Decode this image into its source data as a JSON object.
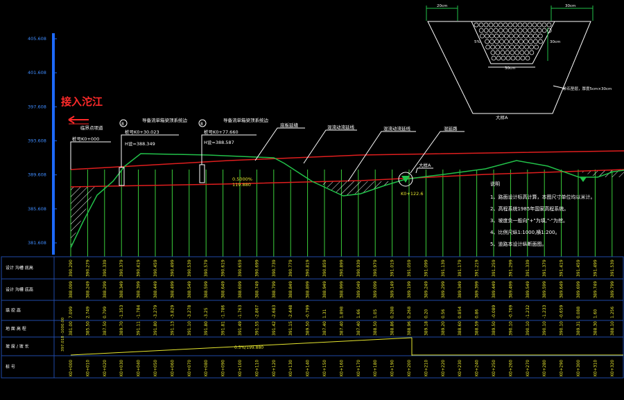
{
  "colors": {
    "background": "#000000",
    "axis": "#1e6bff",
    "elev_label": "#3f8cff",
    "ground": "#22c24a",
    "design_line": "#e01e1e",
    "stations": "#3bd13b",
    "leader": "#ffffff",
    "text": "#ffffff",
    "grid": "#1f4aa8",
    "title": "#ff2a2a",
    "slope": "#e8e830",
    "values": "#e8e830"
  },
  "title": {
    "text": "接入沱江",
    "arrow_icon": "left-arrow-icon"
  },
  "elevation_axis": {
    "labels": [
      "405.608",
      "401.608",
      "397.608",
      "393.608",
      "389.608",
      "385.608",
      "381.608"
    ],
    "values": [
      405.608,
      401.608,
      397.608,
      393.608,
      389.608,
      385.608,
      381.608
    ]
  },
  "annotations": [
    {
      "id": "start",
      "lines": [
        "临界点项道",
        "桩号K0+000"
      ]
    },
    {
      "id": "marker1",
      "circle": "8",
      "top": "导备流单箱梁顶系统边",
      "lines": [
        "桩号K0+30.023",
        "H设=388.349"
      ]
    },
    {
      "id": "marker2",
      "circle": "8",
      "top": "导备流单箱梁顶系统边",
      "lines": [
        "桩号K0+77.660",
        "H设=388.587"
      ]
    },
    {
      "id": "a1",
      "text": "底板延缝"
    },
    {
      "id": "a2",
      "text": "混流动流延线"
    },
    {
      "id": "a3",
      "text": "混流动流延线"
    },
    {
      "id": "a4",
      "text": "混延路"
    },
    {
      "id": "slope",
      "lines": [
        "0.5000%",
        "119.880"
      ]
    },
    {
      "id": "detail",
      "text": "大样A"
    },
    {
      "id": "station_low",
      "text": "K0+122.6"
    }
  ],
  "cross_section": {
    "top_left": "20cm",
    "top_right": "30cm",
    "side": "5%",
    "depth": "30cm",
    "bottom": "30cm",
    "note": "砂石垫层，厚度5cm×30cm",
    "label": "大样A"
  },
  "notes": {
    "title": "说明",
    "items": [
      "1、路面设计标高计算，本图尺寸单位均以米计。",
      "2、高程系统1985年国家高程系统。",
      "3、坡度负一般向\"+\"为填,\"-\"为挖。",
      "4、比例尺纵1:1000,横1:200。",
      "5、道路本设计纵断面图。"
    ]
  },
  "table": {
    "row_labels": [
      "设计 沟槽 底高",
      "设计 沟槽 底高",
      "填 挖 高",
      "地 面 高 程",
      "坡 度 / 坡 长",
      "桩 号"
    ],
    "row1": [
      "390.290",
      "390.279",
      "390.339",
      "390.379",
      "390.419",
      "390.459",
      "390.499",
      "390.539",
      "390.579",
      "390.619",
      "390.659",
      "390.699",
      "390.739",
      "390.779",
      "390.819",
      "390.859",
      "390.899",
      "390.939",
      "390.979",
      "391.019",
      "391.059",
      "391.099",
      "391.139",
      "391.179",
      "391.219",
      "391.259",
      "391.299",
      "391.339",
      "391.379",
      "391.419",
      "391.459",
      "391.499",
      "391.539"
    ],
    "row2": [
      "388.099",
      "388.249",
      "388.299",
      "388.349",
      "388.399",
      "388.449",
      "388.499",
      "388.549",
      "388.599",
      "388.649",
      "388.699",
      "388.749",
      "388.799",
      "388.849",
      "388.899",
      "388.949",
      "388.999",
      "389.049",
      "389.099",
      "389.149",
      "389.199",
      "389.249",
      "389.299",
      "389.349",
      "389.399",
      "389.449",
      "389.499",
      "389.549",
      "389.599",
      "389.649",
      "389.699",
      "389.749",
      "389.799"
    ],
    "row3": [
      "7.099",
      "2.749",
      "0.799",
      "-1.353",
      "-1.784",
      "-3.279",
      "-3.829",
      "-3.278",
      "-3.25",
      "-1.786",
      "-1.763",
      "-2.867",
      "-2.683",
      "-2.448",
      "-0.799",
      "1.31",
      "1.898",
      "1.66",
      "1.05",
      "0.288",
      "0.268",
      "0.20",
      "0.56",
      "0.854",
      "0.86",
      "-0.089",
      "-0.769",
      "-1.232",
      "-1.233",
      "-0.659",
      "0.088",
      "1.60",
      "1.256"
    ],
    "row4": [
      "381.00",
      "385.50",
      "387.50",
      "389.70",
      "391.11",
      "391.80",
      "391.13",
      "391.10",
      "391.80",
      "391.81",
      "391.49",
      "391.55",
      "391.42",
      "391.15",
      "389.50",
      "387.40",
      "387.40",
      "387.40",
      "388.50",
      "388.86",
      "388.96",
      "389.18",
      "389.20",
      "388.60",
      "388.59",
      "389.50",
      "390.10",
      "390.10",
      "390.10",
      "390.10",
      "389.31",
      "388.30",
      "388.10"
    ],
    "slope_text": "0.5%/199.880",
    "slope_left": "397.018 -1000.00",
    "stations": [
      "K0+000",
      "K0+010",
      "K0+020",
      "K0+030",
      "K0+040",
      "K0+050",
      "K0+060",
      "K0+070",
      "K0+080",
      "K0+090",
      "K0+100",
      "K0+110",
      "K0+120",
      "K0+130",
      "K0+140",
      "K0+150",
      "K0+160",
      "K0+170",
      "K0+180",
      "K0+190",
      "K0+200",
      "K0+210",
      "K0+220",
      "K0+230",
      "K0+240",
      "K0+250",
      "K0+260",
      "K0+270",
      "K0+280",
      "K0+290",
      "K0+300",
      "K0+310",
      "K0+320"
    ]
  }
}
